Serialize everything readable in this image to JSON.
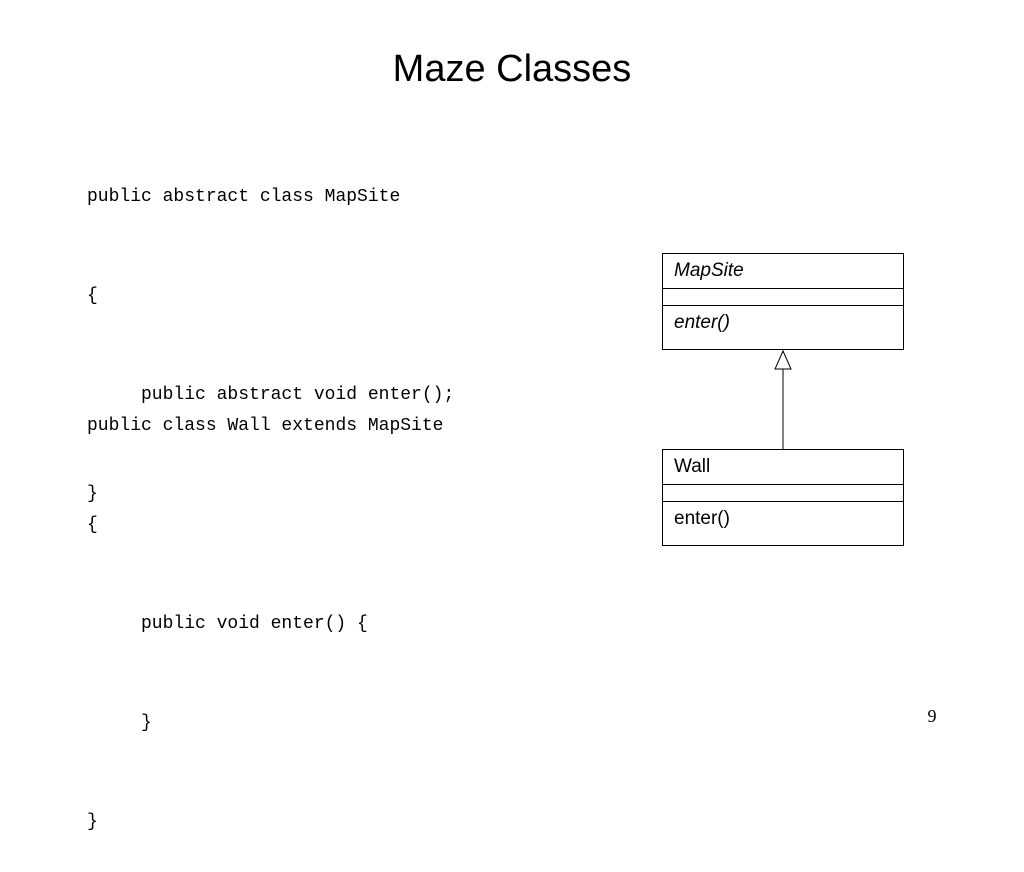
{
  "slide": {
    "title": "Maze Classes",
    "page_number": "9"
  },
  "code": {
    "block1": [
      "public abstract class MapSite",
      "{",
      "public abstract void enter();",
      "}"
    ],
    "block2": [
      "public class Wall extends MapSite",
      "{",
      "public void enter() {",
      "}",
      "}"
    ]
  },
  "uml": {
    "mapsite": {
      "name": "MapSite",
      "operation": "enter()"
    },
    "wall": {
      "name": "Wall",
      "operation": "enter()"
    }
  }
}
